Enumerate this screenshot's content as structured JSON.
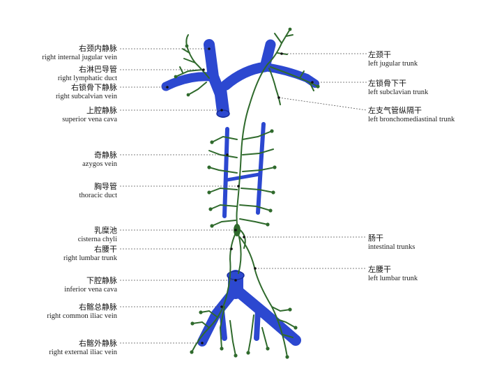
{
  "colors": {
    "vein": "#2c48d0",
    "lymph": "#2f6a2c",
    "leader": "#555555"
  },
  "labels": {
    "right_internal_jugular_vein": {
      "zh": "右颈内静脉",
      "en": "right internal jugular vein"
    },
    "right_lymphatic_duct": {
      "zh": "右淋巴导管",
      "en": "right lymphatic duct"
    },
    "right_subclavian_vein": {
      "zh": "右锁骨下静脉",
      "en": "right subcalvian vein"
    },
    "superior_vena_cava": {
      "zh": "上腔静脉",
      "en": "superior vena cava"
    },
    "azygos_vein": {
      "zh": "奇静脉",
      "en": "azygos vein"
    },
    "thoracic_duct": {
      "zh": "胸导管",
      "en": "thoracic duct"
    },
    "cisterna_chyli": {
      "zh": "乳糜池",
      "en": "cisterna chyli"
    },
    "right_lumbar_trunk": {
      "zh": "右腰干",
      "en": "right lumbar trunk"
    },
    "inferior_vena_cava": {
      "zh": "下腔静脉",
      "en": "inferior vena cava"
    },
    "right_common_iliac_vein": {
      "zh": "右髂总静脉",
      "en": "right common iliac vein"
    },
    "right_external_iliac_vein": {
      "zh": "右髂外静脉",
      "en": "right external iliac vein"
    },
    "left_jugular_trunk": {
      "zh": "左颈干",
      "en": "left jugular trunk"
    },
    "left_subclavian_trunk": {
      "zh": "左锁骨下干",
      "en": "left subclavian trunk"
    },
    "left_bronchomediastinal_trunk": {
      "zh": "左支气管纵隔干",
      "en": "left bronchomediastinal trunk"
    },
    "intestinal_trunks": {
      "zh": "肠干",
      "en": "intestinal trunks"
    },
    "left_lumbar_trunk": {
      "zh": "左腰干",
      "en": "left lumbar trunk"
    }
  }
}
